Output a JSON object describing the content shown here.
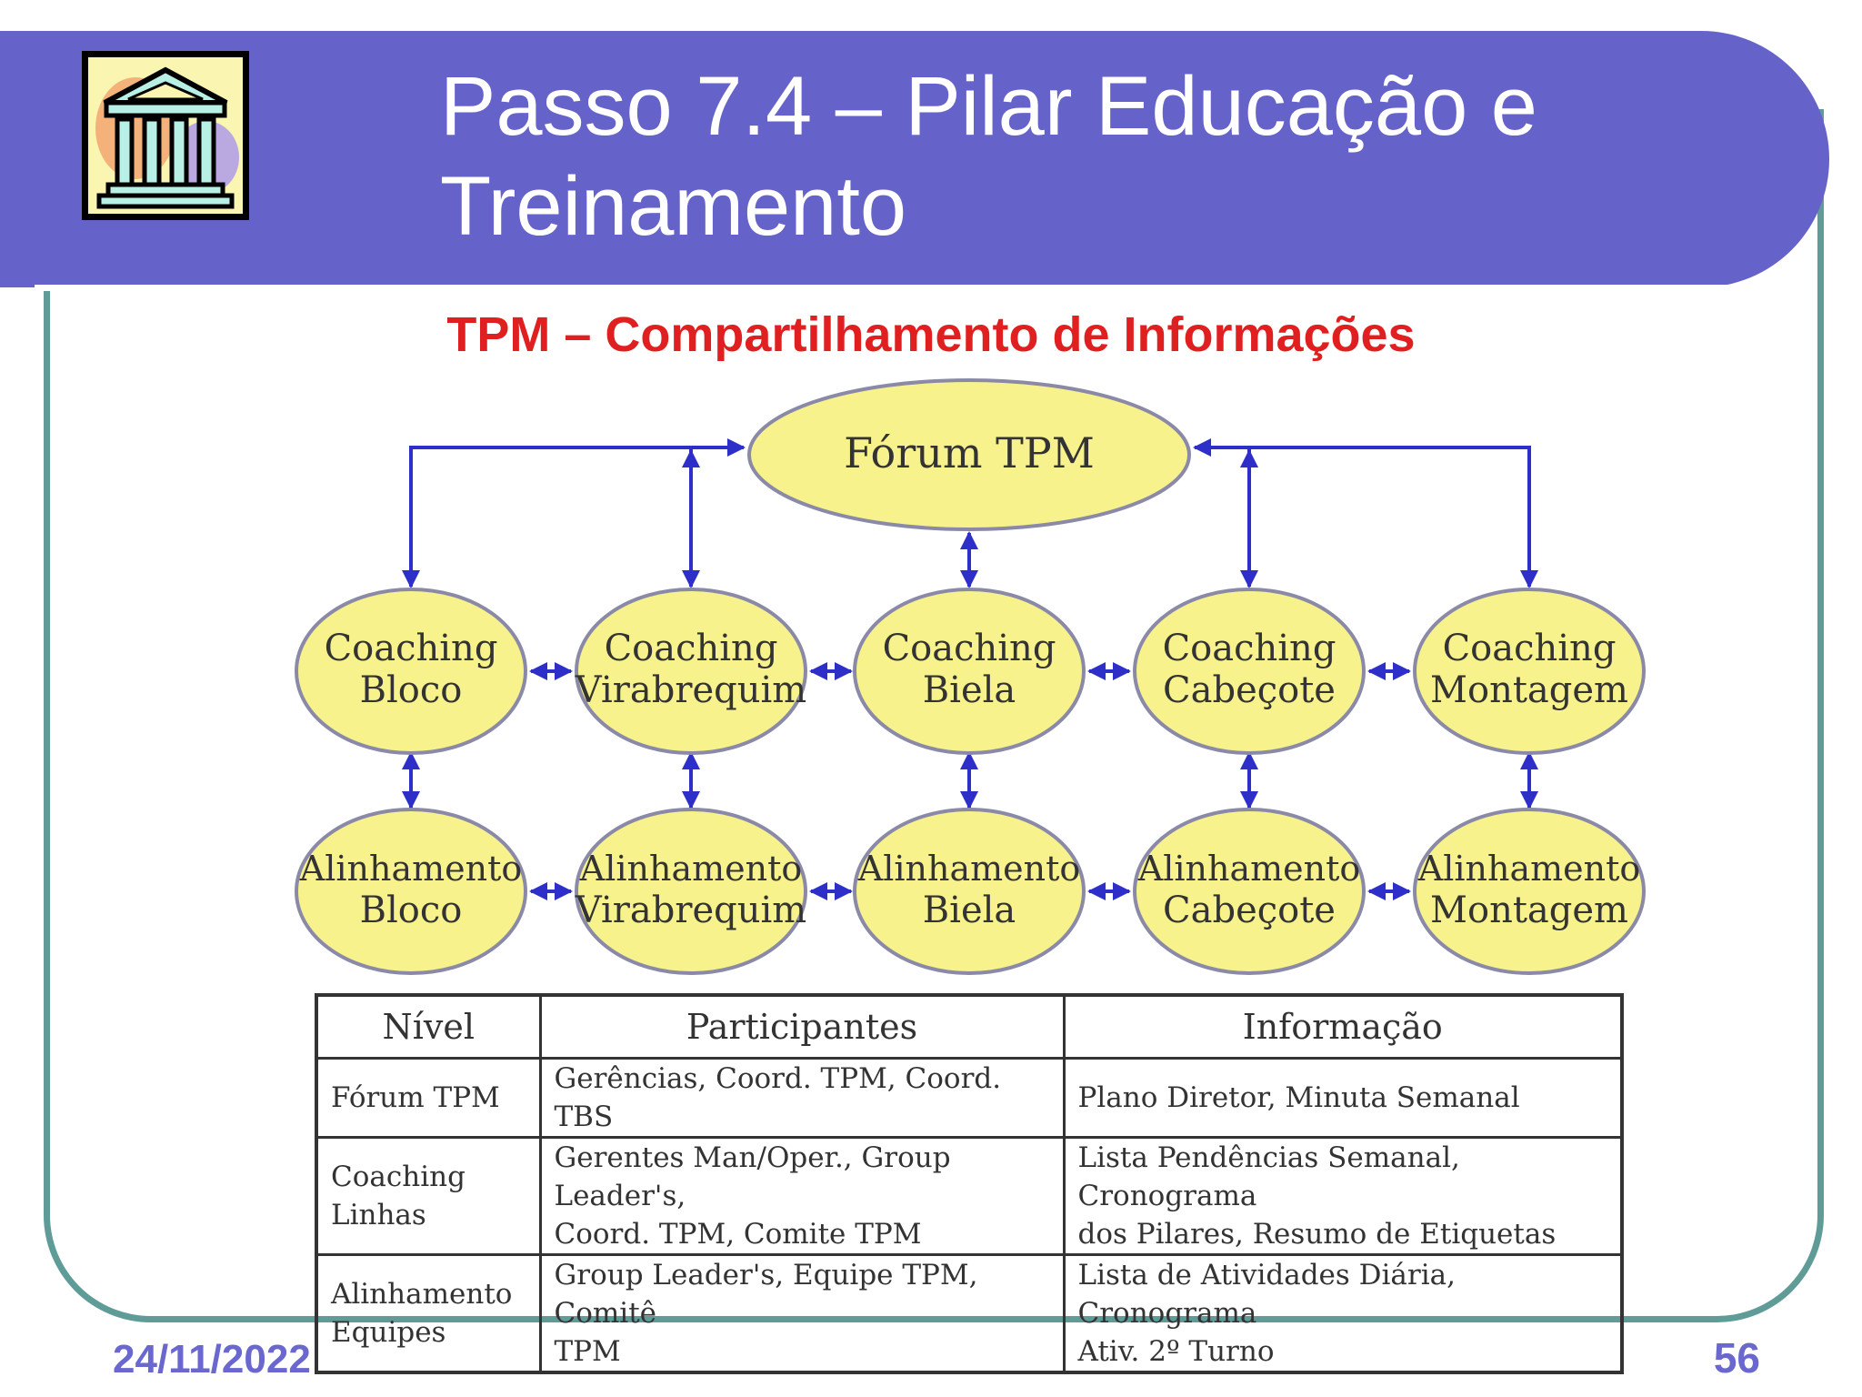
{
  "slide": {
    "title_line1": "Passo 7.4 – Pilar Educação e",
    "title_line2": "Treinamento",
    "date": "24/11/2022",
    "page_number": "56"
  },
  "diagram": {
    "title": "TPM – Compartilhamento de Informações",
    "forum": "Fórum TPM",
    "coaching": [
      {
        "line1": "Coaching",
        "line2": "Bloco"
      },
      {
        "line1": "Coaching",
        "line2": "Virabrequim"
      },
      {
        "line1": "Coaching",
        "line2": "Biela"
      },
      {
        "line1": "Coaching",
        "line2": "Cabeçote"
      },
      {
        "line1": "Coaching",
        "line2": "Montagem"
      }
    ],
    "alinhamento": [
      {
        "line1": "Alinhamento",
        "line2": "Bloco"
      },
      {
        "line1": "Alinhamento",
        "line2": "Virabrequim"
      },
      {
        "line1": "Alinhamento",
        "line2": "Biela"
      },
      {
        "line1": "Alinhamento",
        "line2": "Cabeçote"
      },
      {
        "line1": "Alinhamento",
        "line2": "Montagem"
      }
    ]
  },
  "table": {
    "headers": [
      "Nível",
      "Participantes",
      "Informação"
    ],
    "rows": [
      {
        "nivel": [
          "Fórum TPM"
        ],
        "participantes": [
          "Gerências, Coord. TPM, Coord. TBS"
        ],
        "informacao": [
          "Plano Diretor, Minuta Semanal"
        ]
      },
      {
        "nivel": [
          "Coaching",
          "Linhas"
        ],
        "participantes": [
          "Gerentes Man/Oper., Group Leader's,",
          "Coord. TPM, Comite TPM"
        ],
        "informacao": [
          "Lista Pendências Semanal, Cronograma",
          "dos Pilares, Resumo de Etiquetas"
        ]
      },
      {
        "nivel": [
          "Alinhamento",
          "Equipes"
        ],
        "participantes": [
          "Group Leader's, Equipe TPM, Comitê",
          "TPM"
        ],
        "informacao": [
          "Lista de Atividades Diária, Cronograma",
          "Ativ. 2º Turno"
        ]
      }
    ]
  },
  "colors": {
    "header": "#6563c9",
    "frame": "#5f9c98",
    "node_fill": "#f8f28c",
    "node_stroke": "#8a8aa8",
    "arrow": "#2e2fc8",
    "diagram_title": "#e02020"
  },
  "icons": {
    "logo": "classical-building-icon"
  }
}
